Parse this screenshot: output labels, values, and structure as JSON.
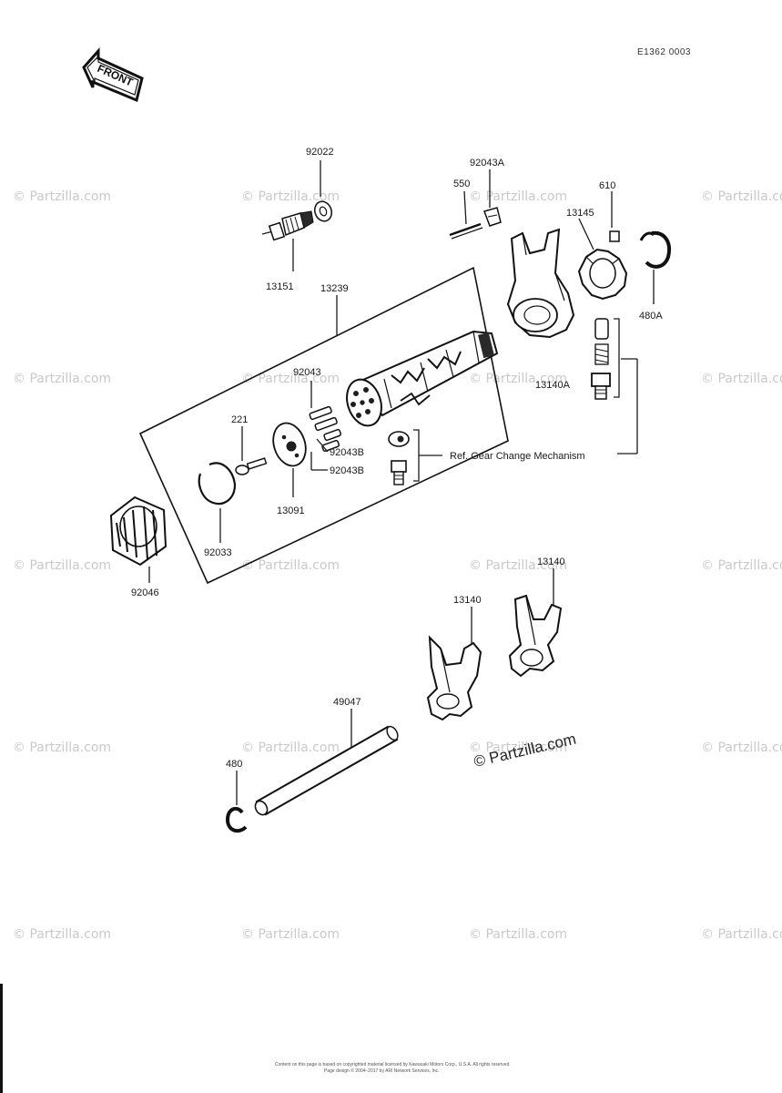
{
  "diagram_code": "E1362 0003",
  "front_label": "FRONT",
  "part_labels": {
    "p92022": "92022",
    "p13151": "13151",
    "p92043A": "92043A",
    "p550": "550",
    "p610": "610",
    "p13145": "13145",
    "p480A": "480A",
    "p13239": "13239",
    "p13140A": "13140A",
    "p92043": "92043",
    "p221": "221",
    "p92043B_1": "92043B",
    "p92043B_2": "92043B",
    "p13091": "13091",
    "p92033": "92033",
    "p92046": "92046",
    "p13140_1": "13140",
    "p13140_2": "13140",
    "p49047": "49047",
    "p480": "480"
  },
  "reference_note": "Ref. Gear Change Mechanism",
  "copyright_mark": "© Partzilla.com",
  "watermark_text": "© Partzilla.com",
  "footer": {
    "line1": "Content on this page is based on copyrighted material licensed by Kawasaki Motors Corp., U.S.A. All rights reserved.",
    "line2": "Page design © 2004–2017 by ARI Network Services, Inc."
  }
}
